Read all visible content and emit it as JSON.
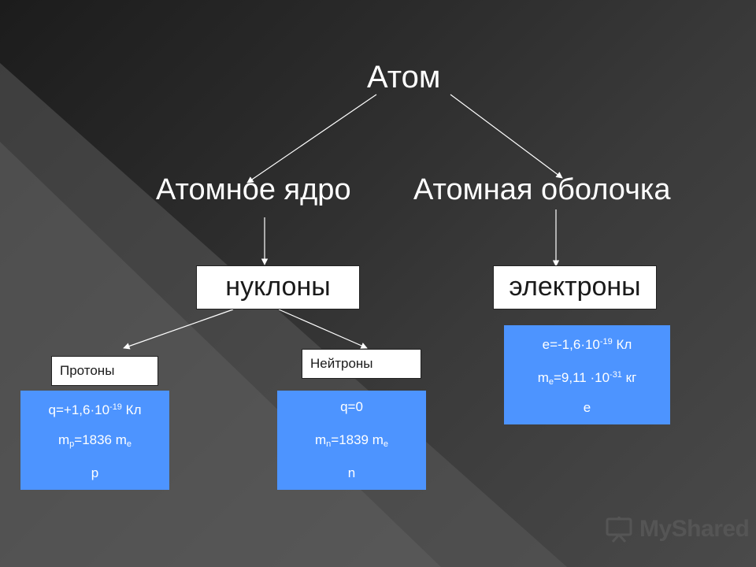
{
  "diagram": {
    "root": "Атом",
    "nucleus": "Атомное ядро",
    "shell": "Атомная оболочка",
    "nucleons": "нуклоны",
    "electrons": "электроны",
    "protons": "Протоны",
    "neutrons": "Нейтроны",
    "proton_props": {
      "q_pre": "q=+1,6·10",
      "q_exp": "-19",
      "q_unit": " Кл",
      "m_pre": "m",
      "m_sub": "p",
      "m_mid": "=1836 m",
      "m_sub2": "e",
      "symbol": "p"
    },
    "neutron_props": {
      "q": "q=0",
      "m_pre": "m",
      "m_sub": "n",
      "m_mid": "=1839 m",
      "m_sub2": "e",
      "symbol": "n"
    },
    "electron_props": {
      "e_pre": "e=-1,6·10",
      "e_exp": "-19",
      "e_unit": " Кл",
      "m_pre": "m",
      "m_sub": "e",
      "m_mid": "=9,11 ·10",
      "m_exp": "-31",
      "m_unit": " кг",
      "symbol": "e"
    }
  },
  "watermark": {
    "text": "MyShared",
    "icon": "presentation-board-icon"
  },
  "colors": {
    "props_fill": "#4d94ff",
    "arrow": "#ffffff",
    "box_fill": "#ffffff"
  }
}
